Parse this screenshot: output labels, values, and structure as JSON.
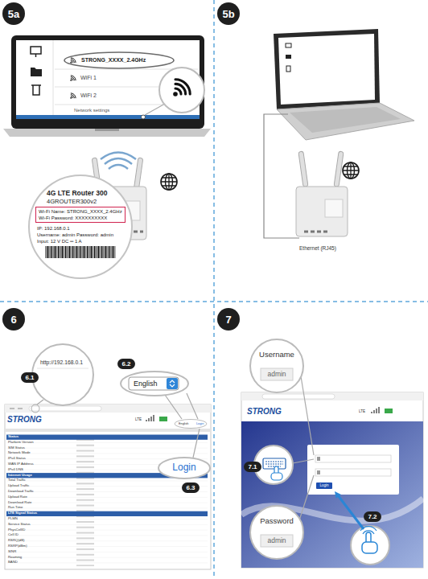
{
  "diagram": {
    "nodes": [
      {
        "text": [
          "5a"
        ]
      },
      {
        "text": [
          "5b"
        ]
      },
      {
        "text": [
          "WiFi 1",
          "WiFi 2",
          "Network settings"
        ]
      },
      {
        "text": [
          "STRONG_XXXX_2.4GHz"
        ],
        "in": 2
      },
      {
        "text": [
          "4G LTE Router 300",
          "4GROUTER300v2",
          "IP: 192.168.0.1",
          "Username: admin Password: admin",
          "Input: 12 V DC ═ 1 A"
        ]
      },
      {
        "text": [
          "Wi-Fi Name: STRONG_XXXX_2.4GHz",
          "Wi-Fi Password: XXXXXXXXXX"
        ],
        "in": 4
      },
      {
        "text": [
          "6"
        ]
      },
      {
        "text": [
          "6.1"
        ]
      },
      {
        "text": [
          "http://192.168.0.1"
        ]
      },
      {
        "text": [
          "6.2"
        ]
      },
      {
        "text": [
          "English"
        ]
      },
      {
        "text": [
          "Login"
        ]
      },
      {
        "text": [
          "6.3"
        ]
      },
      {
        "text": [
          "7"
        ]
      },
      {
        "text": [
          "Username",
          "admin"
        ]
      },
      {
        "text": [
          "7.1"
        ]
      },
      {
        "text": [
          "Login"
        ]
      },
      {
        "text": [
          "Password",
          "admin"
        ]
      },
      {
        "text": [
          "7.2"
        ]
      }
    ],
    "labels": [
      "Ethernet (RJ45)",
      "STRONG",
      "LTE",
      "English",
      "Login",
      "Status",
      "Platform Version",
      "SIM Status",
      "Network Mode",
      "IPv4 Status",
      "WAN IP Address",
      "IPv4 DNS",
      "Internet Usage",
      "Total Traffic",
      "Upload Traffic",
      "Download Traffic",
      "Upload Rate",
      "Download Rate",
      "Run Time",
      "LTE Signal Status",
      "PLMN",
      "Service Status",
      "PhysCellID",
      "Cell ID",
      "RSRQ(dB)",
      "RSRP(dBm)",
      "SINR",
      "Roaming",
      "BAND",
      "STRONG",
      "LTE"
    ]
  }
}
